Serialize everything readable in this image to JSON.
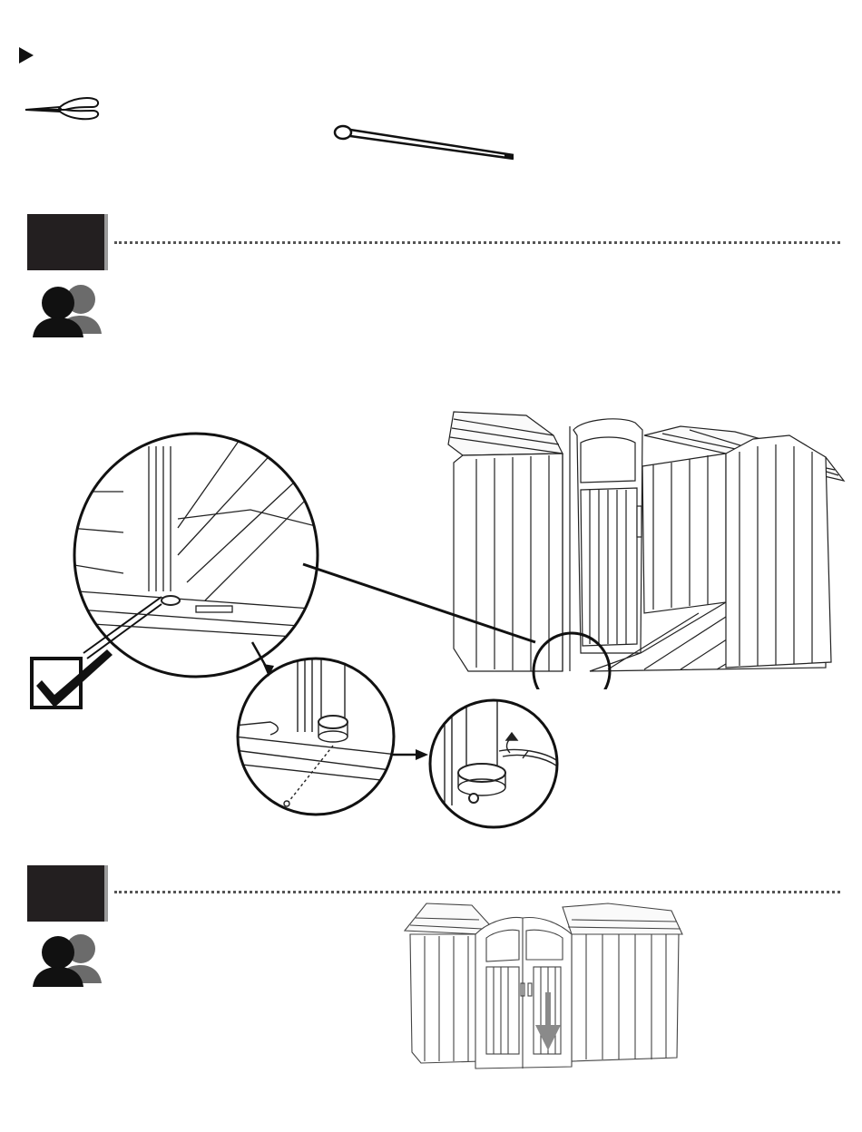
{
  "page": {
    "icons": {
      "bullet": "play-triangle",
      "tool": "needle-nose-pliers",
      "part": "cotter-pin",
      "people": "two-person-icon",
      "check": "checkmark-box"
    },
    "colors": {
      "ink": "#231f20",
      "step_box": "#231f20",
      "step_box_shadow": "#9a9a9a",
      "person_front": "#111111",
      "person_back": "#6b6b6b",
      "arrow_gray": "#8a8a8a"
    },
    "steps": [
      {
        "id": "step-a",
        "label": ""
      },
      {
        "id": "step-b",
        "label": ""
      }
    ]
  }
}
